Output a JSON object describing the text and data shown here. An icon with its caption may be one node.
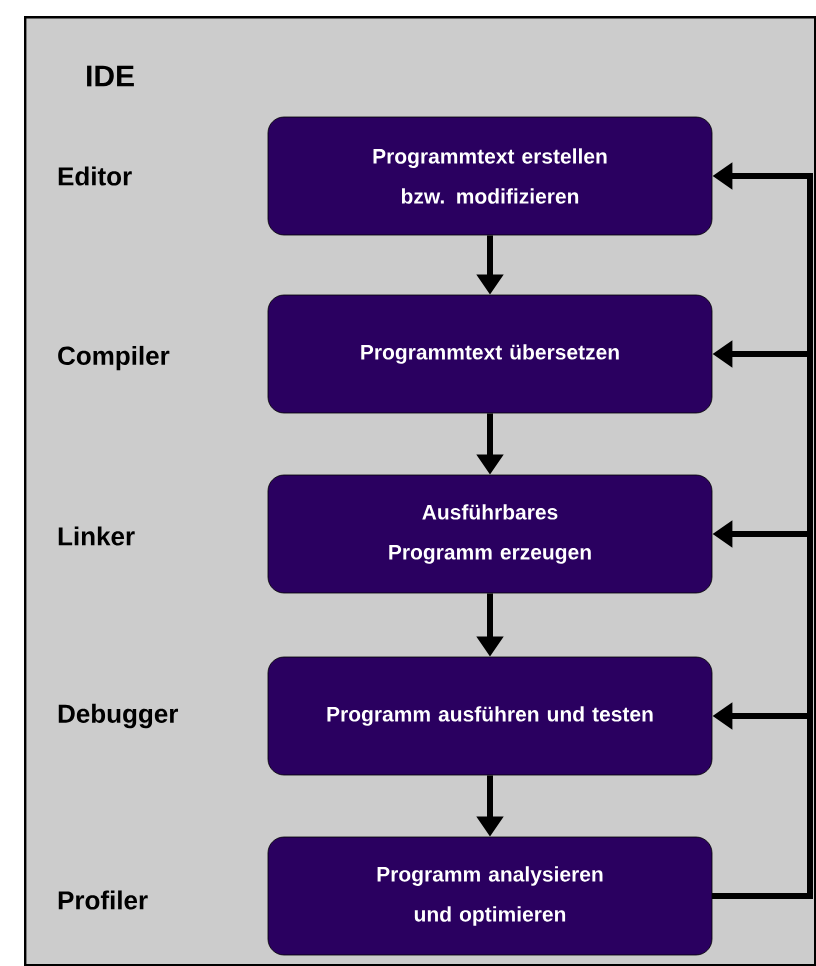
{
  "diagram": {
    "nodes": [
      {
        "text": [
          "IDE"
        ]
      },
      {
        "text": [
          "Programmtext erstellen bzw. modifizieren"
        ],
        "in": 0
      },
      {
        "text": [
          "Programmtext übersetzen"
        ],
        "in": 0
      },
      {
        "text": [
          "Ausführbares Programm erzeugen"
        ],
        "in": 0
      },
      {
        "text": [
          "Programm ausführen und testen"
        ],
        "in": 0
      },
      {
        "text": [
          "Programm analysieren und optimieren"
        ],
        "in": 0
      }
    ],
    "edges": [
      {
        "from": 1,
        "to": 2,
        "arrow": "to"
      },
      {
        "from": 2,
        "to": 3,
        "arrow": "to"
      },
      {
        "from": 3,
        "to": 4,
        "arrow": "to"
      },
      {
        "from": 4,
        "to": 5,
        "arrow": "to"
      },
      {
        "from": 5,
        "to": 1,
        "arrow": "to"
      },
      {
        "from": 5,
        "to": 2,
        "arrow": "to"
      },
      {
        "from": 5,
        "to": 3,
        "arrow": "to"
      },
      {
        "from": 5,
        "to": 4,
        "arrow": "to"
      }
    ],
    "labels": [
      "Editor",
      "Compiler",
      "Linker",
      "Debugger",
      "Profiler"
    ]
  }
}
